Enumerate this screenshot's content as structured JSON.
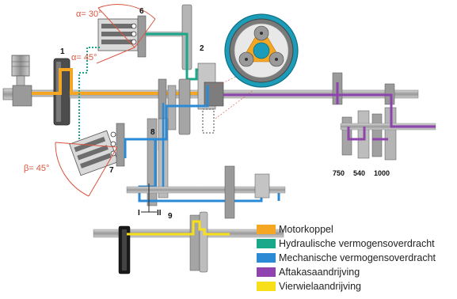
{
  "labels": {
    "n1": "1",
    "n2": "2",
    "n6": "6",
    "n7": "7",
    "n8": "8",
    "n9": "9",
    "gear_I": "I",
    "gear_II": "II",
    "alpha30": "α= 30°",
    "alpha45": "α= 45°",
    "beta45": "β= 45°",
    "pto750": "750",
    "pto540": "540",
    "pto1000": "1000"
  },
  "legend": [
    {
      "label": "Motorkoppel",
      "color": "#f5a623"
    },
    {
      "label": "Hydraulische vermogensoverdracht",
      "color": "#1aa88a"
    },
    {
      "label": "Mechanische vermogensoverdracht",
      "color": "#2b8ad6"
    },
    {
      "label": "Aftakasaandrijving",
      "color": "#8e44ad"
    },
    {
      "label": "Vierwielaandrijving",
      "color": "#f7e01a"
    }
  ],
  "colors": {
    "engine": "#f5a623",
    "hydraulic": "#1aa88a",
    "mechanical": "#2b8ad6",
    "pto": "#8e44ad",
    "fourwheel": "#f7e01a",
    "annotation": "#d9553f",
    "metal": "#a9a9a9",
    "dark_metal": "#555555",
    "planetary": "#1b9cb8"
  }
}
